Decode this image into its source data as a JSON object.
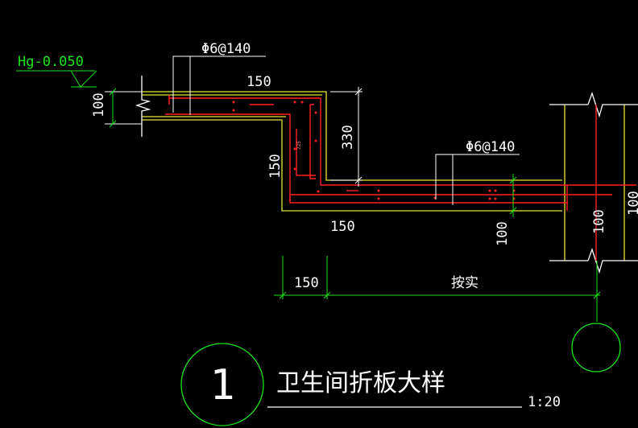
{
  "colors": {
    "background": "#000000",
    "slab_outline": "#e6e632",
    "rebar": "#ff2020",
    "dimension": "#19e619",
    "text": "#ffffff",
    "symbol": "#19e619",
    "leader": "#ffffff"
  },
  "drawing": {
    "level_mark": "Hg-0.050",
    "rebar_label_top": "Φ6@140",
    "rebar_label_right": "Φ6@140",
    "dim_left_thickness": "100",
    "dim_top_width": "150",
    "dim_riser_height": "330",
    "dim_riser_width": "150",
    "dim_bottom_width": "150",
    "dim_lower_slab": "100",
    "dim_beam_thickness": "100",
    "dim_beam_thickness_2": "100",
    "small_mark": "225",
    "dim_horizontal_left": "150",
    "dim_horizontal_right": "按实"
  },
  "title_block": {
    "detail_number": "1",
    "title": "卫生间折板大样",
    "scale": "1:20"
  }
}
